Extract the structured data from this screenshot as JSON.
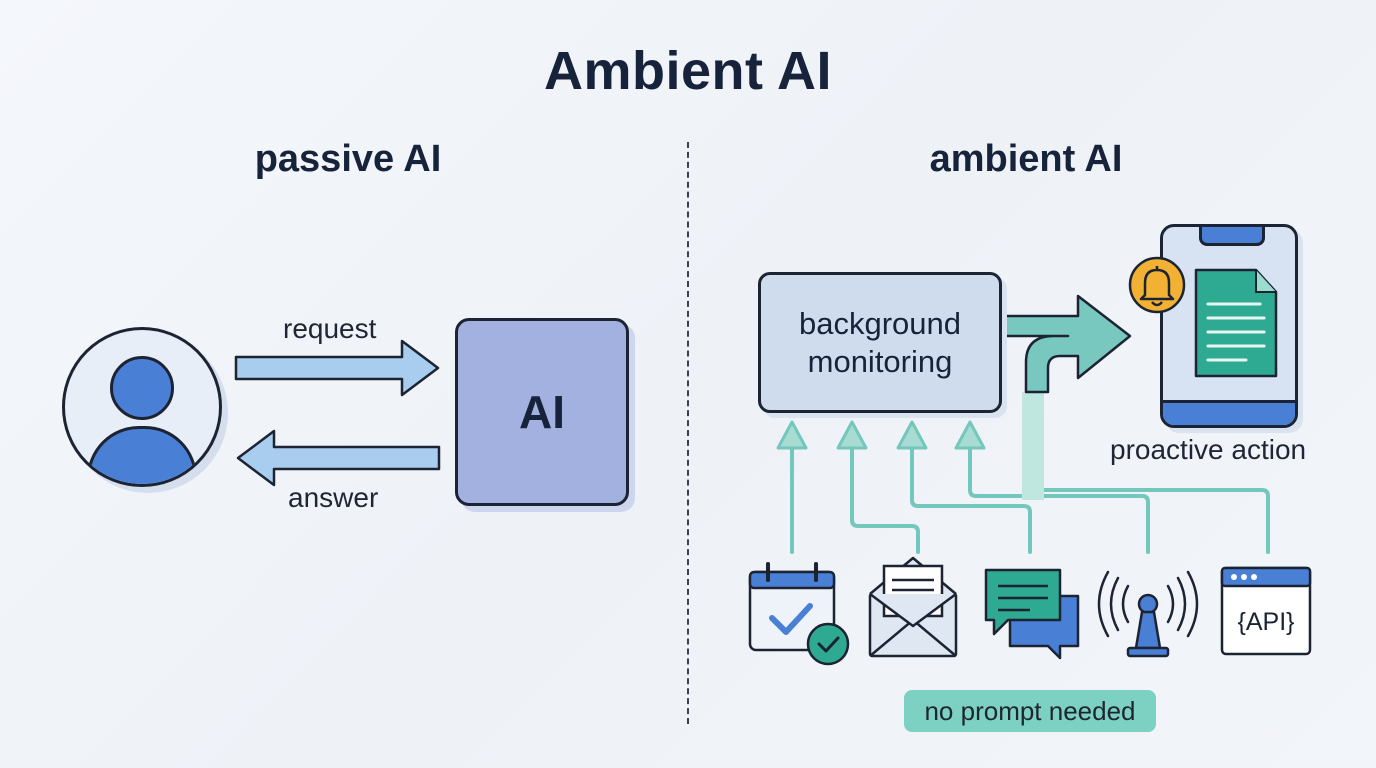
{
  "title": "Ambient AI",
  "passive": {
    "heading": "passive AI",
    "request_label": "request",
    "answer_label": "answer",
    "ai_label": "AI"
  },
  "ambient": {
    "heading": "ambient AI",
    "monitor_line1": "background",
    "monitor_line2": "monitoring",
    "action_label": "proactive action",
    "pill_label": "no prompt needed",
    "api_label": "{API}",
    "sources": [
      "calendar-icon",
      "email-icon",
      "chat-icon",
      "signal-tower-icon",
      "api-window-icon"
    ]
  },
  "colors": {
    "avatar_blue": "#4a7fd6",
    "ai_box": "#a3b1e1",
    "arrow_fill": "#a9cdee",
    "teal": "#74c7bd",
    "bell": "#f2b133"
  }
}
